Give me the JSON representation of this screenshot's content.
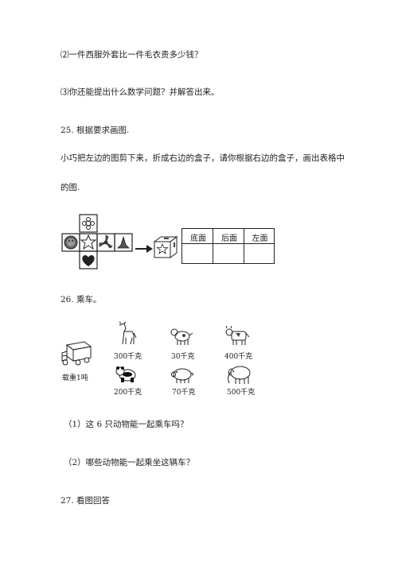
{
  "q2": "⑵一件西服外套比一件毛衣贵多少钱？",
  "q3": "⑶你还能提出什么数学问题？并解答出来。",
  "p25": {
    "title": "25. 根据要求画图.",
    "line1": "小巧把左边的图剪下来，折成右边的盒子，请你根据右边的盒子，画出表格中",
    "line2": "的图.",
    "table_headers": [
      "底面",
      "后面",
      "左面"
    ]
  },
  "p26": {
    "title": "26. 乘车。",
    "truck_label": "载重1吨",
    "animals": [
      {
        "icon": "horse-icon",
        "weight": "300千克"
      },
      {
        "icon": "dog-icon",
        "weight": "30千克"
      },
      {
        "icon": "cow-icon",
        "weight": "400千克"
      },
      {
        "icon": "panda-icon",
        "weight": "200千克"
      },
      {
        "icon": "pig-icon",
        "weight": "70千克"
      },
      {
        "icon": "elephant-icon",
        "weight": "500千克"
      }
    ],
    "sub1": "（1）这 6 只动物能一起乘车吗？",
    "sub2": "（2）哪些动物能一起乘坐这辆车？"
  },
  "p27": {
    "title": "27. 看图回答"
  }
}
